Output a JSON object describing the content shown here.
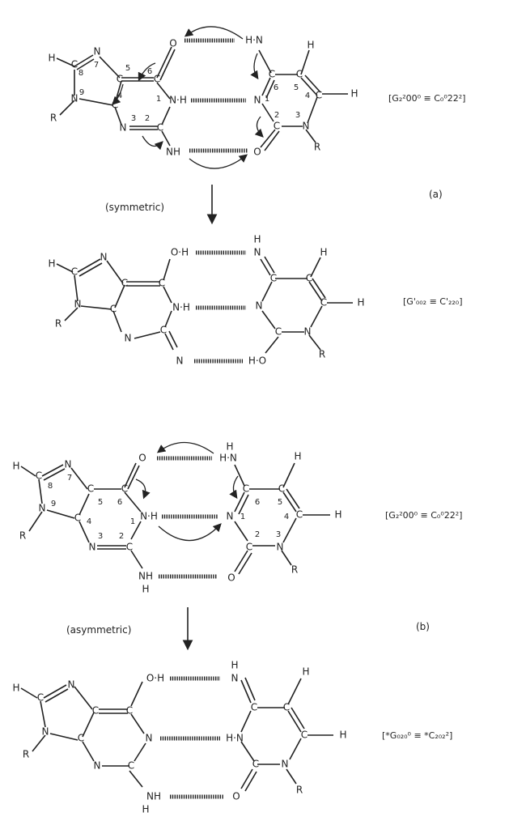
{
  "panel_a": {
    "label": "(a)",
    "transition": "(symmetric)",
    "top_notation": "[G₂²00⁰ ≡ C₀⁰22²]",
    "bottom_notation": "[G'₀₀₂ ≡ C'₂₂₀]"
  },
  "panel_b": {
    "label": "(b)",
    "transition": "(asymmetric)",
    "top_notation": "[G₂²00⁰ ≡ C₀⁰22²]",
    "bottom_notation": "[*G₀₂₀⁰ ≡ *C₂₀₂²]"
  },
  "atoms": {
    "H": "H",
    "N": "N",
    "C": "C",
    "O": "O",
    "R": "R",
    "NH": "NH",
    "N_H": "N·H",
    "HN": "H·N",
    "H_N": "H·N",
    "O_H": "O·H",
    "H_O": "H·O"
  },
  "ring_numbers": [
    "1",
    "2",
    "3",
    "4",
    "5",
    "6",
    "7",
    "8",
    "9"
  ]
}
